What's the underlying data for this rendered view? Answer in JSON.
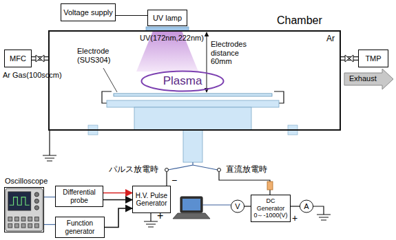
{
  "diagram": {
    "nodes": [
      {
        "text": [
          "Voltage supply"
        ]
      },
      {
        "text": [
          "UV lamp"
        ]
      },
      {
        "text": [
          "Chamber"
        ]
      },
      {
        "text": [
          "Plasma"
        ],
        "in": 2
      },
      {
        "text": [
          "MFC"
        ]
      },
      {
        "text": [
          "TMP"
        ]
      },
      {
        "text": [
          "Oscilloscope"
        ]
      },
      {
        "text": [
          "Differential probe"
        ]
      },
      {
        "text": [
          "Function generator"
        ]
      },
      {
        "text": [
          "H.V. Pulse Generator"
        ]
      },
      {
        "text": [
          "V"
        ]
      },
      {
        "text": [
          "DC Generator",
          "0～-1000(V)"
        ]
      },
      {
        "text": [
          "A"
        ]
      }
    ],
    "edges": [
      {
        "from": 0,
        "to": 1,
        "arrow": "none"
      },
      {
        "from": 4,
        "to": 2,
        "arrow": "none"
      },
      {
        "from": 2,
        "to": 5,
        "arrow": "none"
      },
      {
        "from": 6,
        "to": 7,
        "arrow": "none"
      },
      {
        "from": 6,
        "to": 8,
        "arrow": "none"
      },
      {
        "from": 7,
        "to": 9,
        "arrow": "to"
      },
      {
        "from": 7,
        "to": 9,
        "arrow": "to"
      },
      {
        "from": 8,
        "to": 9,
        "arrow": "to"
      },
      {
        "from": 10,
        "to": 11,
        "arrow": "none"
      },
      {
        "from": 11,
        "to": 12,
        "arrow": "none"
      }
    ],
    "labels": [
      "Ar",
      "Electrode (SUS304)",
      "UV(172nm,222nm)",
      "Electrodes distance 60mm",
      "Ar Gas(100sccm)",
      "Exhaust",
      "パルス放電時",
      "直流放電時",
      "−",
      "+",
      "+"
    ]
  }
}
